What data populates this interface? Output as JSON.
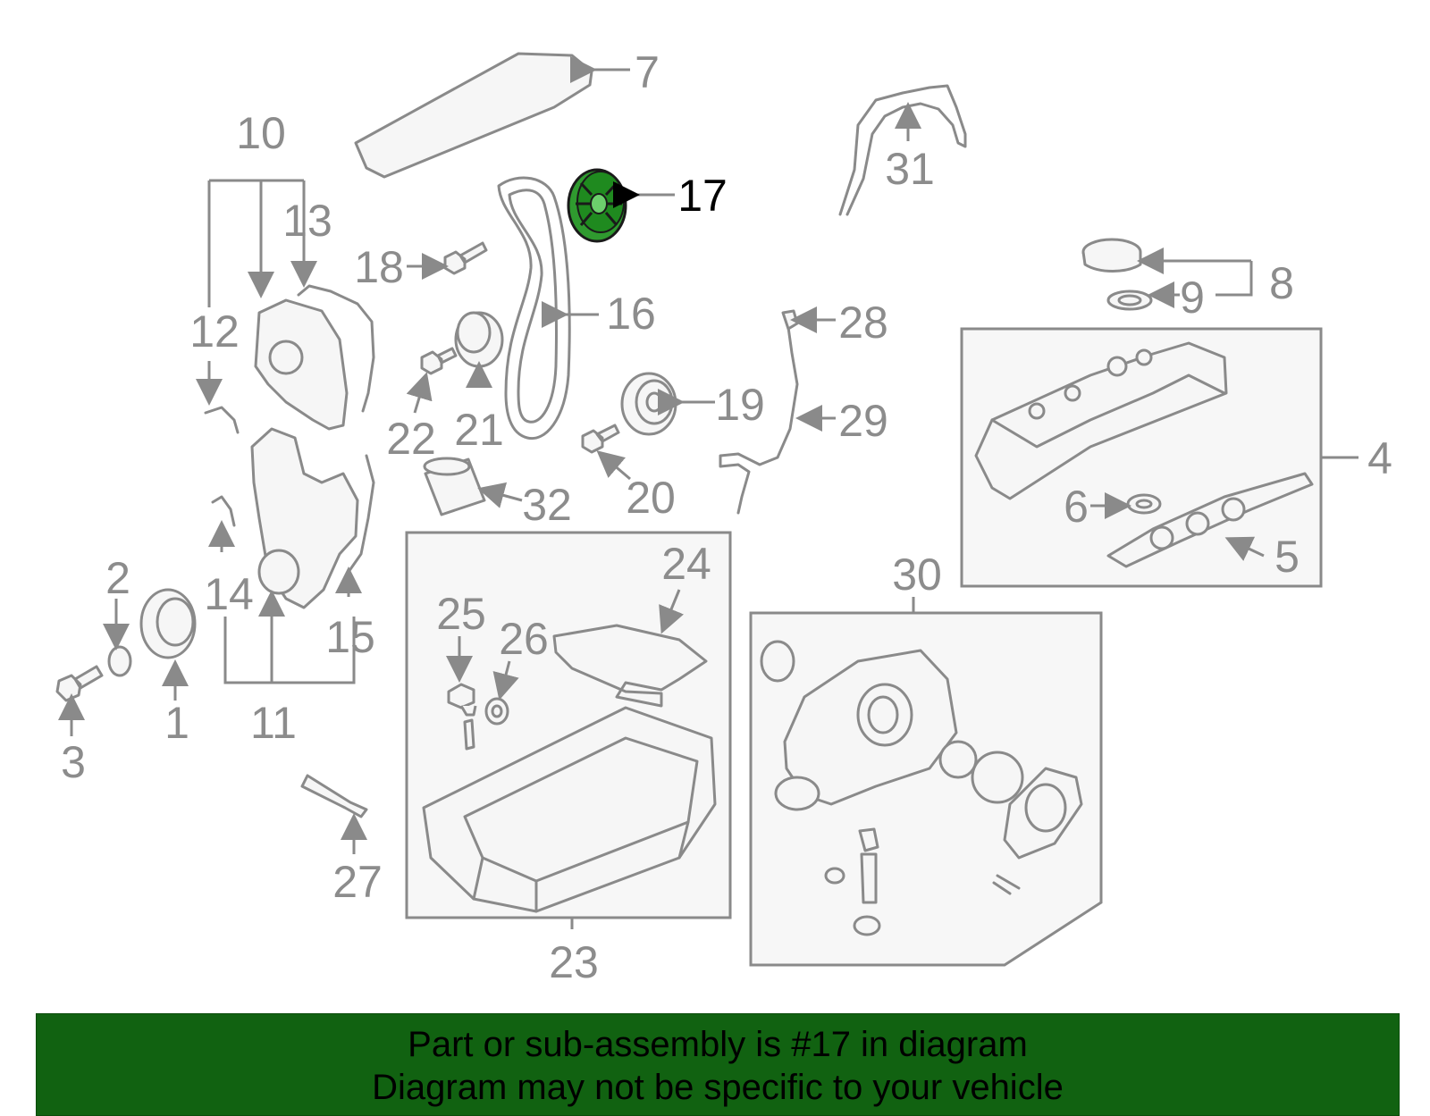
{
  "callouts": {
    "c1": "1",
    "c2": "2",
    "c3": "3",
    "c4": "4",
    "c5": "5",
    "c6": "6",
    "c7": "7",
    "c8": "8",
    "c9": "9",
    "c10": "10",
    "c11": "11",
    "c12": "12",
    "c13": "13",
    "c14": "14",
    "c15": "15",
    "c16": "16",
    "c17": "17",
    "c18": "18",
    "c19": "19",
    "c20": "20",
    "c21": "21",
    "c22": "22",
    "c23": "23",
    "c24": "24",
    "c25": "25",
    "c26": "26",
    "c27": "27",
    "c28": "28",
    "c29": "29",
    "c30": "30",
    "c31": "31",
    "c32": "32"
  },
  "highlight": {
    "part_number": "17",
    "color": "#1f8a1f"
  },
  "banner": {
    "line1": "Part or sub-assembly is #17 in diagram",
    "line2": "Diagram may not be specific to your vehicle",
    "background": "#116211"
  }
}
